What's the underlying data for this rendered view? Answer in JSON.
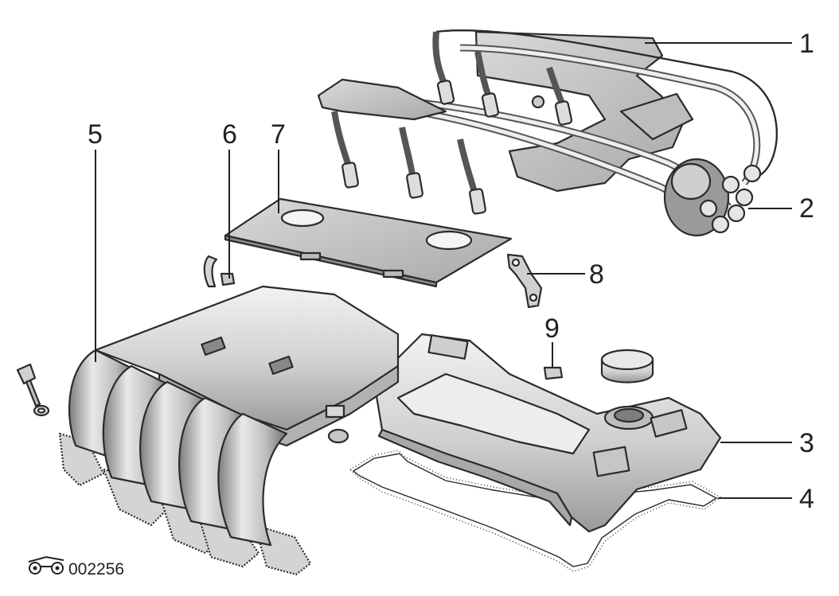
{
  "diagram": {
    "callouts": [
      {
        "id": "1",
        "label": "1",
        "part": "ignition-lead-holder"
      },
      {
        "id": "2",
        "label": "2",
        "part": "ignition-coil-connector"
      },
      {
        "id": "3",
        "label": "3",
        "part": "valve-cover"
      },
      {
        "id": "4",
        "label": "4",
        "part": "valve-cover-gasket"
      },
      {
        "id": "5",
        "label": "5",
        "part": "intake-manifold"
      },
      {
        "id": "6",
        "label": "6",
        "part": "clip"
      },
      {
        "id": "7",
        "label": "7",
        "part": "cover-plate"
      },
      {
        "id": "8",
        "label": "8",
        "part": "bracket"
      },
      {
        "id": "9",
        "label": "9",
        "part": "nut"
      }
    ],
    "figure_code": "002256"
  },
  "colors": {
    "ink": "#222222",
    "metal_light": "#e6e6e6",
    "metal_mid": "#c4c4c4",
    "metal_dark": "#8f8f8f",
    "gasket": "#d2d2d2"
  }
}
